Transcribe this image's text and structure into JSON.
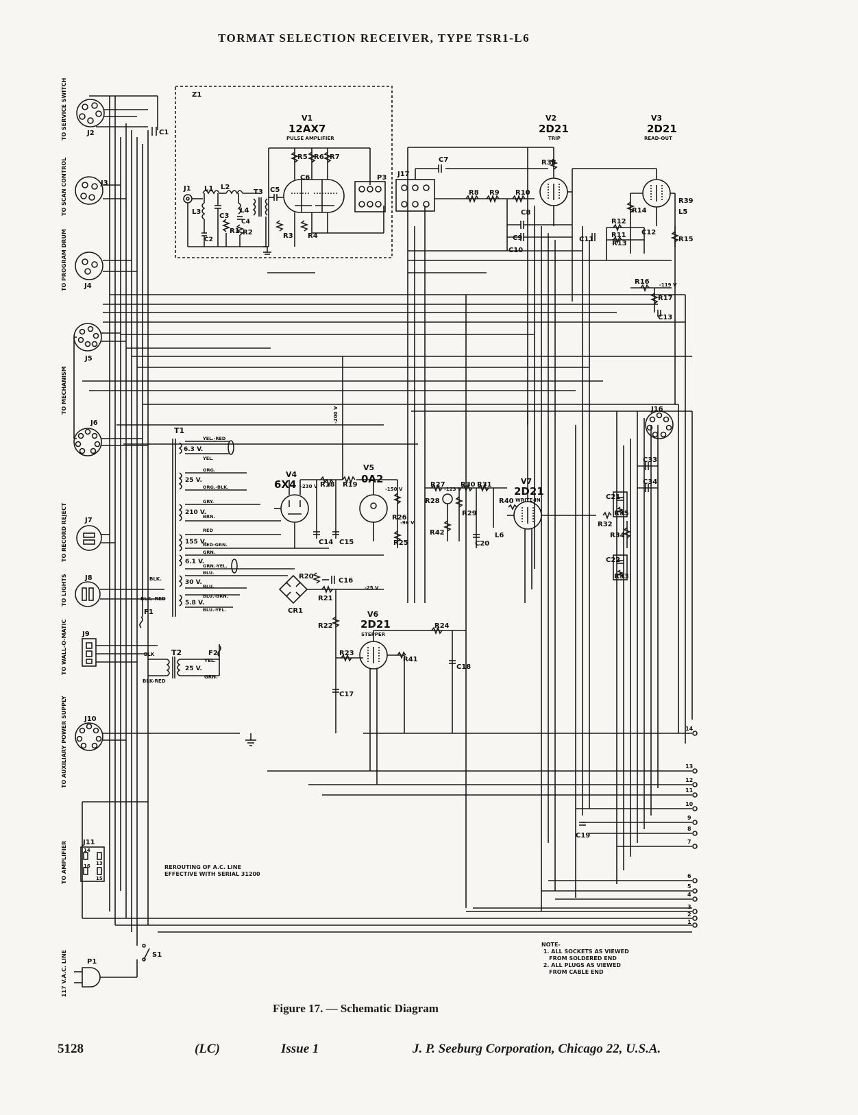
{
  "title": "TORMAT SELECTION RECEIVER, TYPE TSR1-L6",
  "caption": "Figure 17. — Schematic Diagram",
  "footer": {
    "number": "5128",
    "code": "(LC)",
    "issue": "Issue 1",
    "company": "J. P. Seeburg Corporation, Chicago 22, U.S.A."
  },
  "note": "NOTE-\n 1. ALL SOCKETS AS VIEWED\n    FROM SOLDERED END\n 2. ALL PLUGS AS VIEWED\n    FROM CABLE END",
  "reroute_note": "REROUTING OF A.C. LINE\nEFFECTIVE WITH SERIAL 31200",
  "side_labels": {
    "service_switch": "TO SERVICE SWITCH",
    "scan_control": "TO SCAN CONTROL",
    "program_drum": "TO PROGRAM DRUM",
    "mechanism": "TO MECHANISM",
    "record_reject": "TO RECORD REJECT",
    "lights": "TO LIGHTS",
    "wall_o_matic": "TO WALL-O-MATIC",
    "aux_power": "TO AUXILIARY POWER SUPPLY",
    "amplifier": "TO AMPLIFIER",
    "ac_line": "117 V.A.C. LINE"
  },
  "connectors": {
    "j1": "J1",
    "j2": "J2",
    "j3": "J3",
    "j4": "J4",
    "j5": "J5",
    "j6": "J6",
    "j7": "J7",
    "j8": "J8",
    "j9": "J9",
    "j10": "J10",
    "j11": "J11",
    "j16": "J16",
    "j17": "J17",
    "p1": "P1",
    "p3": "P3"
  },
  "tubes": {
    "v1": {
      "ref": "V1",
      "type": "12AX7",
      "role": "PULSE AMPLIFIER"
    },
    "v2": {
      "ref": "V2",
      "type": "2D21",
      "role": "TRIP"
    },
    "v3": {
      "ref": "V3",
      "type": "2D21",
      "role": "READ-OUT"
    },
    "v4": {
      "ref": "V4",
      "type": "6X4"
    },
    "v5": {
      "ref": "V5",
      "type": "0A2"
    },
    "v6": {
      "ref": "V6",
      "type": "2D21",
      "role": "STEPPER"
    },
    "v7": {
      "ref": "V7",
      "type": "2D21",
      "role": "WRITE-IN"
    }
  },
  "components": {
    "z1": "Z1",
    "c1": "C1",
    "t3": "T3",
    "l1": "L1",
    "l2": "L2",
    "l3": "L3",
    "l4": "L4",
    "c2": "C2",
    "c3": "C3",
    "c4": "C4",
    "c5": "C5",
    "c6": "C6",
    "c7": "C7",
    "r1": "R1",
    "r2": "R2",
    "r3": "R3",
    "r4": "R4",
    "r5": "R5",
    "r6": "R6",
    "r7": "R7",
    "r8": "R8",
    "r9": "R9",
    "r10": "R10",
    "c8": "C8",
    "c9": "C9",
    "c10": "C10",
    "r38": "R38",
    "r39": "R39",
    "l5": "L5",
    "r14": "R14",
    "r15": "R15",
    "r12": "R12",
    "r11": "R11",
    "r13": "R13",
    "c11": "C11",
    "c12": "C12",
    "r16": "R16",
    "r17": "R17",
    "c13": "C13",
    "t1": "T1",
    "t2": "T2",
    "f1": "F1",
    "f2": "F2",
    "s1": "S1",
    "cr1": "CR1",
    "r18": "R18",
    "r19": "R19",
    "r20": "R20",
    "r21": "R21",
    "r22": "R22",
    "r23": "R23",
    "r24": "R24",
    "r25": "R25",
    "r26": "R26",
    "r27": "R27",
    "r28": "R28",
    "r29": "R29",
    "r30": "R30",
    "r31": "R31",
    "r32": "R32",
    "r33": "R33",
    "r34": "R34",
    "r35": "R35",
    "r40": "R40",
    "r41": "R41",
    "r42": "R42",
    "c14": "C14",
    "c15": "C15",
    "c16": "C16",
    "c17": "C17",
    "c18": "C18",
    "c19": "C19",
    "c20": "C20",
    "c21": "C21",
    "c22": "C22",
    "c33": "C33",
    "c34": "C34",
    "l6": "L6"
  },
  "voltages": {
    "v200": "-200 V",
    "v230": "-230 V",
    "v150": "-150 V",
    "v96": "-96 V",
    "v123": "-123 V",
    "v119": "-119 V",
    "v25": "-25 V"
  },
  "t1_windings": [
    "6.3 V.",
    "25 V.",
    "210 V.",
    "155 V.",
    "6.1 V.",
    "30 V.",
    "5.8 V."
  ],
  "t1_wires": [
    "YEL.-RED",
    "YEL.",
    "ORG.",
    "ORG.-BLK.",
    "GRY.",
    "BRN.",
    "RED",
    "RED-GRN.",
    "GRN.",
    "GRN.-YEL.",
    "BLU.",
    "BLU.",
    "BLU.-BRN.",
    "BLU.-YEL."
  ],
  "t2_labels": {
    "winding": "25 V.",
    "yel": "YEL.",
    "grn": "GRN."
  },
  "line_labels": {
    "blk": "BLK.",
    "blk_red": "BLK.-RED",
    "blk2": "BLK",
    "blk_red2": "BLK-RED"
  },
  "j11_pins": [
    "14",
    "13",
    "16",
    "15"
  ],
  "terminal_numbers": [
    "14",
    "13",
    "12",
    "11",
    "10",
    "9",
    "8",
    "7",
    "6",
    "5",
    "4",
    "3",
    "2",
    "1"
  ]
}
